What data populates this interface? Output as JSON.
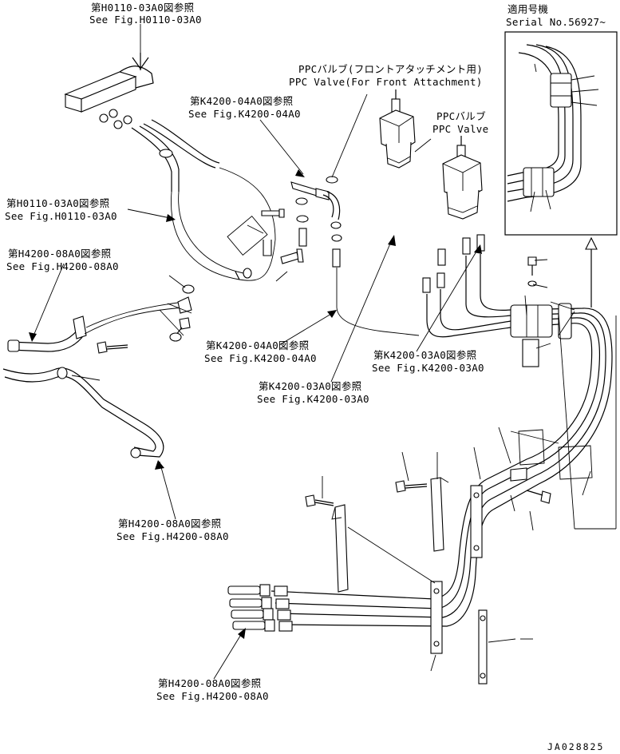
{
  "callouts": [
    {
      "jp": "第H0110-03A0図参照",
      "en": "See Fig.H0110-03A0"
    },
    {
      "jp": "第K4200-04A0図参照",
      "en": "See Fig.K4200-04A0"
    },
    {
      "jp": "第H0110-03A0図参照",
      "en": "See Fig.H0110-03A0"
    },
    {
      "jp": "第H4200-08A0図参照",
      "en": "See Fig.H4200-08A0"
    },
    {
      "jp": "第K4200-04A0図参照",
      "en": "See Fig.K4200-04A0"
    },
    {
      "jp": "第K4200-03A0図参照",
      "en": "See Fig.K4200-03A0"
    },
    {
      "jp": "第K4200-03A0図参照",
      "en": "See Fig.K4200-03A0"
    },
    {
      "jp": "第H4200-08A0図参照",
      "en": "See Fig.H4200-08A0"
    },
    {
      "jp": "第H4200-08A0図参照",
      "en": "See Fig.H4200-08A0"
    }
  ],
  "ppc_front": {
    "jp": "PPCバルブ(フロントアタッチメント用)",
    "en": "PPC Valve(For Front Attachment)"
  },
  "ppc": {
    "jp": "PPCバルブ",
    "en": "PPC Valve"
  },
  "serial": {
    "jp": "適用号機",
    "en": "Serial No.56927~"
  },
  "drawing_code": "JA028825"
}
